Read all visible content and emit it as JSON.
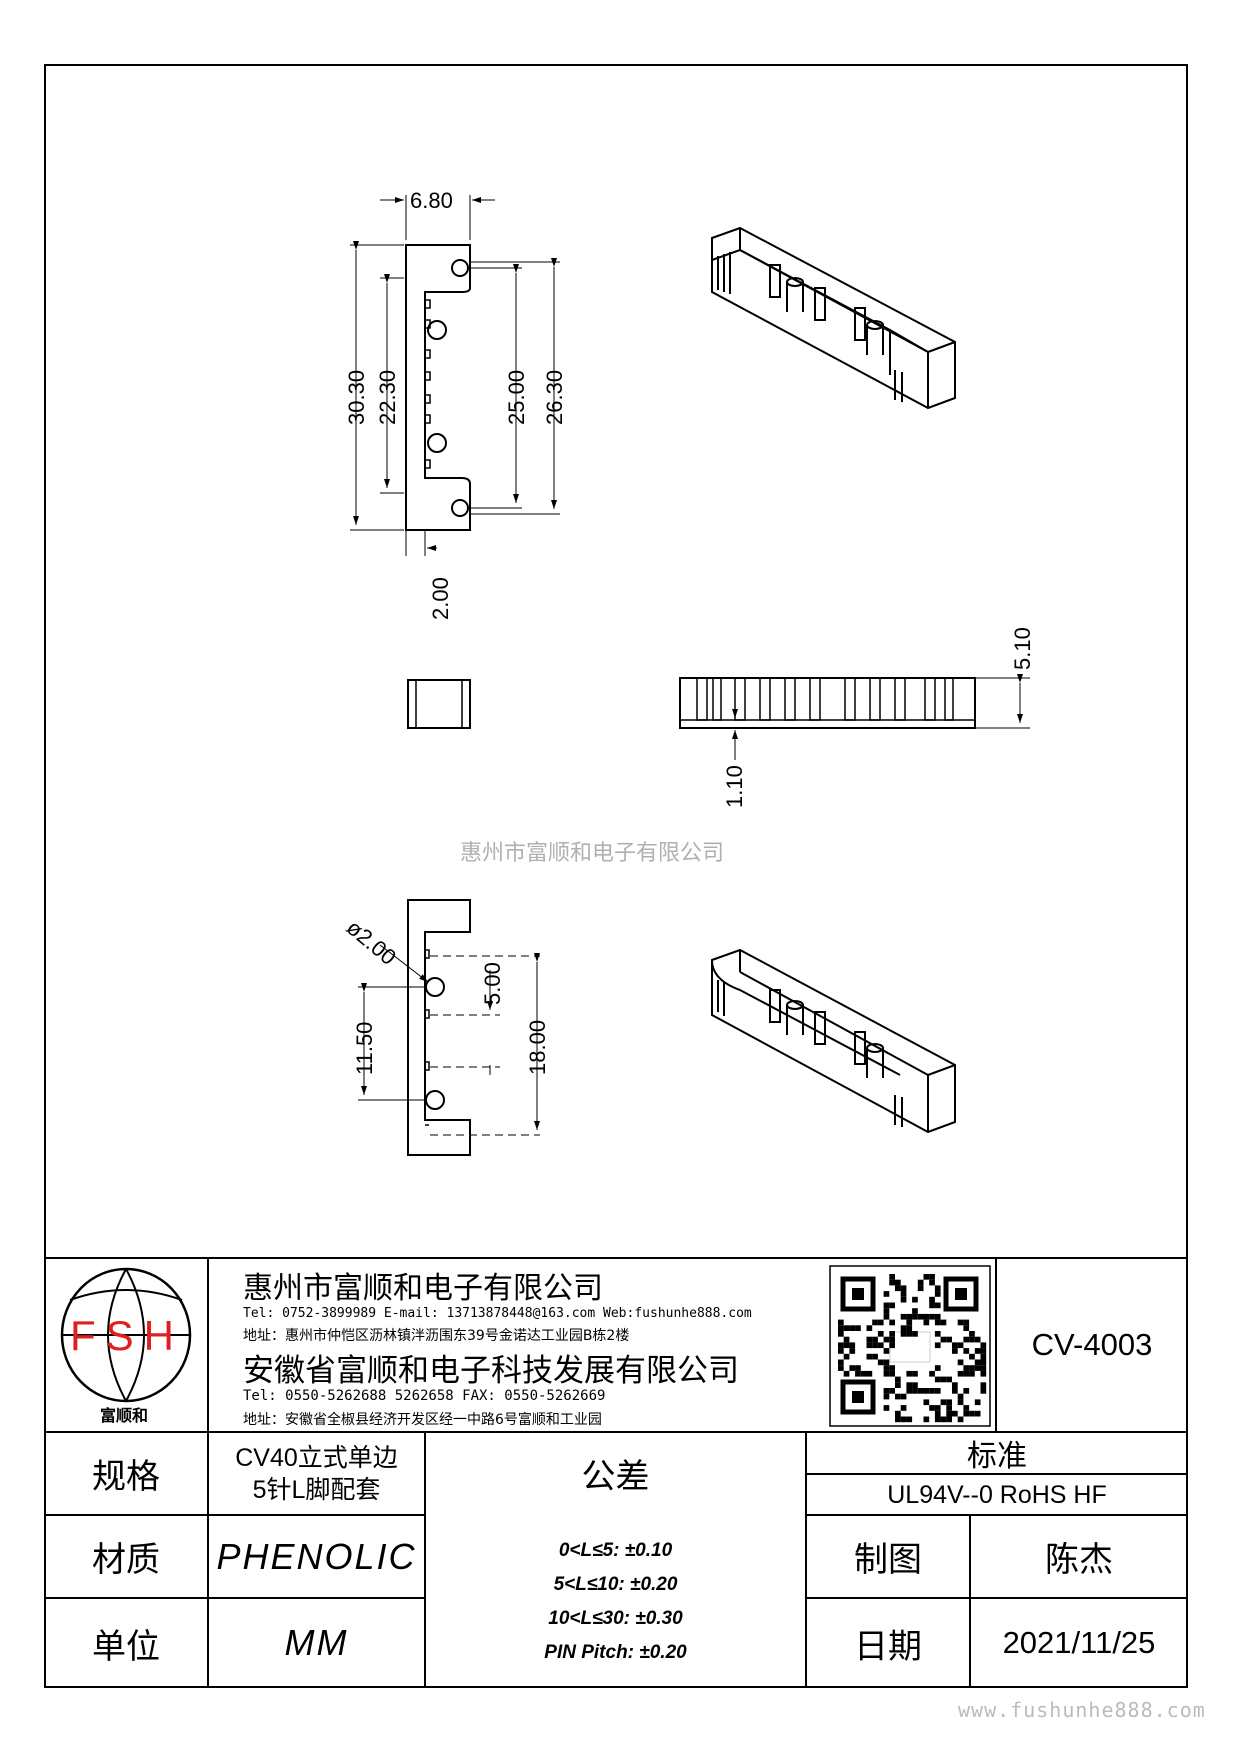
{
  "drawing": {
    "dims": {
      "width_top": "6.80",
      "height_outer": "30.30",
      "height_inner": "22.30",
      "pin_span": "25.00",
      "height_slot": "26.30",
      "base": "2.00",
      "side_height": "5.10",
      "side_base": "1.10",
      "hole_dia": "ø2.00",
      "pitch": "5.00",
      "bottom_span": "11.50",
      "bottom_total": "18.00"
    },
    "watermark": "惠州市富顺和电子有限公司"
  },
  "logo": {
    "letters": "FSH",
    "name": "富顺和",
    "accent": "#e02020"
  },
  "company": {
    "name1": "惠州市富顺和电子有限公司",
    "contact1": "Tel: 0752-3899989  E-mail: 13713878448@163.com  Web:fushunhe888.com",
    "addr1": "地址：惠州市仲恺区沥林镇泮沥围东39号金诺达工业园B栋2楼",
    "name2": "安徽省富顺和电子科技发展有限公司",
    "contact2": "Tel: 0550-5262688 5262658   FAX: 0550-5262669",
    "addr2": "地址：安徽省全椒县经济开发区经一中路6号富顺和工业园"
  },
  "part_no": "CV-4003",
  "table": {
    "spec_label": "规格",
    "spec_value_1": "CV40立式单边",
    "spec_value_2": "5针L脚配套",
    "tolerance_label": "公差",
    "standard_label": "标准",
    "standard_value": "UL94V--0  RoHS HF",
    "material_label": "材质",
    "material_value": "PHENOLIC",
    "drawn_label": "制图",
    "drawn_value": "陈杰",
    "unit_label": "单位",
    "unit_value": "MM",
    "date_label": "日期",
    "date_value": "2021/11/25",
    "tolerances": [
      "0<L≤5: ±0.10",
      "5<L≤10: ±0.20",
      "10<L≤30: ±0.30",
      "PIN Pitch: ±0.20"
    ]
  },
  "website": "www.fushunhe888.com"
}
